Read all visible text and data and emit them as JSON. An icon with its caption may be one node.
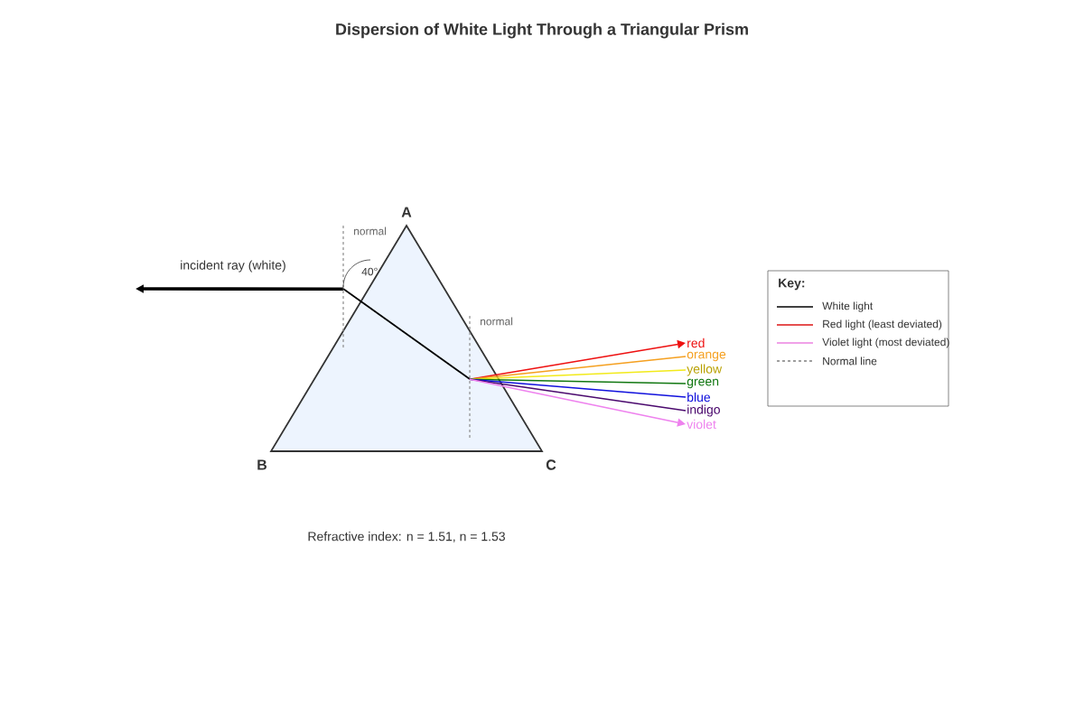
{
  "diagram": {
    "title": "Dispersion of White Light Through a Triangular Prism",
    "nodes": [
      {
        "text": [],
        "shape": "triangle"
      },
      {
        "text": [
          "red"
        ]
      },
      {
        "text": [
          "orange"
        ]
      },
      {
        "text": [
          "yellow"
        ]
      },
      {
        "text": [
          "green"
        ]
      },
      {
        "text": [
          "blue"
        ]
      },
      {
        "text": [
          "indigo"
        ]
      },
      {
        "text": [
          "violet"
        ]
      }
    ],
    "edges": [
      {
        "from": 0,
        "to": null,
        "arrow": "to",
        "label": "incident ray (white)",
        "style": "thick"
      },
      {
        "from": 0,
        "to": 1,
        "arrow": "to",
        "color": "#ee1111"
      },
      {
        "from": 0,
        "to": 2,
        "arrow": "none",
        "color": "#f5a020"
      },
      {
        "from": 0,
        "to": 3,
        "arrow": "none",
        "color": "#f2ea1a"
      },
      {
        "from": 0,
        "to": 4,
        "arrow": "none",
        "color": "#117711"
      },
      {
        "from": 0,
        "to": 5,
        "arrow": "none",
        "color": "#1111dd"
      },
      {
        "from": 0,
        "to": 6,
        "arrow": "none",
        "color": "#4b0a6e"
      },
      {
        "from": 0,
        "to": 7,
        "arrow": "to",
        "color": "#ee82ee"
      }
    ],
    "labels": [
      "A",
      "normal",
      "40°",
      "normal",
      "B",
      "C",
      "Refractive index: n = 1.51, n = 1.53",
      "Key:"
    ],
    "legend": [
      {
        "text": "White light"
      },
      {
        "text": "Red light (least deviated)"
      },
      {
        "text": "Violet light (most deviated)"
      },
      {
        "text": "Normal line"
      }
    ]
  }
}
